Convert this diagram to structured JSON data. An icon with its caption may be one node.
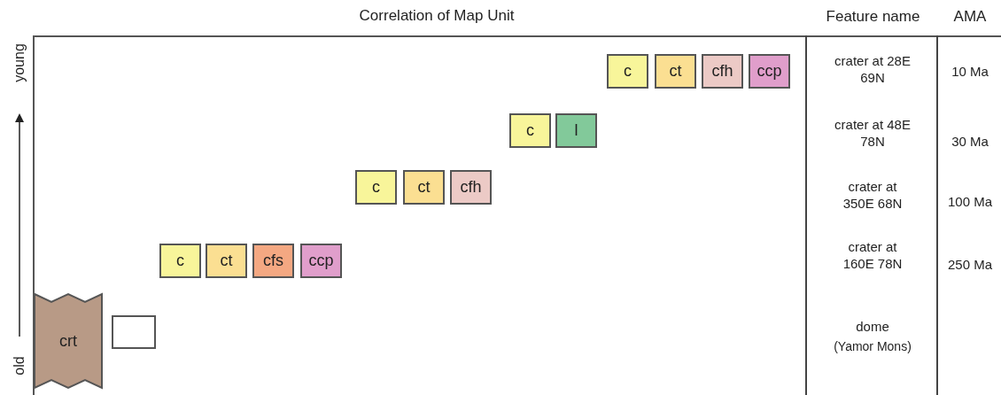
{
  "diagram": {
    "title": "Correlation of Map Unit",
    "nodes": [
      {
        "text": [
          "c"
        ]
      },
      {
        "text": [
          "ct"
        ]
      },
      {
        "text": [
          "cfh"
        ]
      },
      {
        "text": [
          "ccp"
        ]
      },
      {
        "text": [
          "c"
        ]
      },
      {
        "text": [
          "l"
        ]
      },
      {
        "text": [
          "c"
        ]
      },
      {
        "text": [
          "ct"
        ]
      },
      {
        "text": [
          "cfh"
        ]
      },
      {
        "text": [
          "c"
        ]
      },
      {
        "text": [
          "ct"
        ]
      },
      {
        "text": [
          "cfs"
        ]
      },
      {
        "text": [
          "ccp"
        ]
      },
      {
        "text": [
          "crt"
        ]
      },
      {
        "text": [],
        "shape": "box"
      }
    ],
    "labels": [
      "Feature name",
      "AMA",
      "young",
      "crater at 28E 69N",
      "10 Ma",
      "crater at 48E 78N",
      "30 Ma",
      "crater at 350E 68N",
      "100 Ma",
      "crater at 160E 78N",
      "250 Ma",
      "dome",
      "(Yamor Mons)",
      "old"
    ]
  }
}
